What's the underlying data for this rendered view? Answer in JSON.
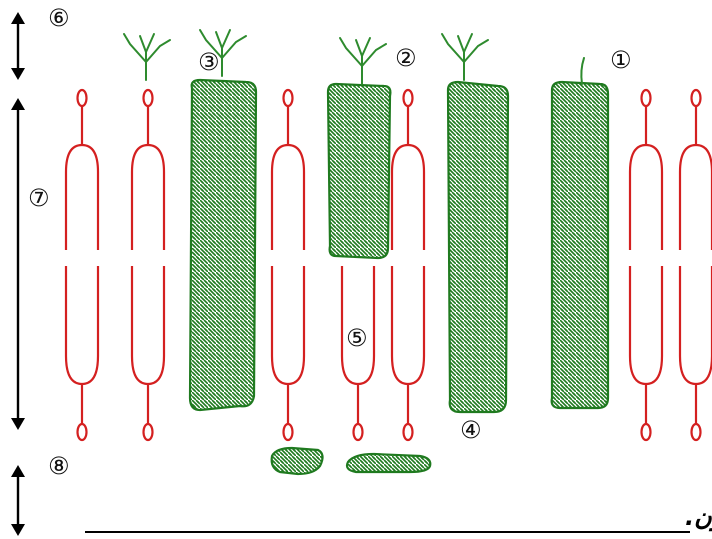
{
  "diagram": {
    "caption": "بنية الغشاء السيتوبلازمي حسب  سنجر و نيكلسون.",
    "markers": {
      "m1": "①",
      "m2": "②",
      "m3": "③",
      "m4": "④",
      "m5": "⑤",
      "m6": "⑥",
      "m7": "⑦",
      "m8": "⑧"
    },
    "colors": {
      "lipid": "#d42020",
      "protein_outline": "#1f7a1f",
      "protein_pattern": "#1f7a1f",
      "glycan": "#2e8b2e",
      "arrows": "#000000"
    },
    "icons": {
      "lipid": "phospholipid-shape",
      "protein": "protein-blob",
      "glycan": "branched-glycan"
    }
  }
}
